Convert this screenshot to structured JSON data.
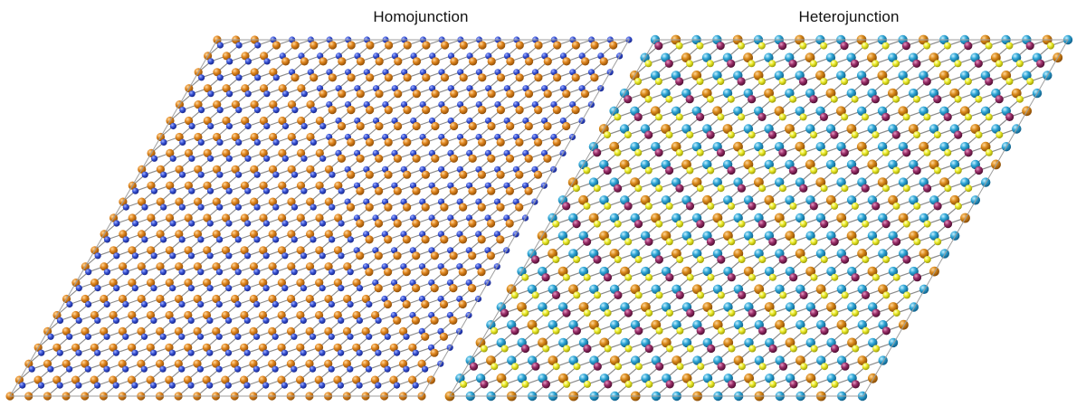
{
  "panels": [
    {
      "title": "Homojunction",
      "elements": [
        "blue atom",
        "orange atom"
      ],
      "colors": {
        "cell_border": "#9e9e9e",
        "bond": "#8a8a8a",
        "atom_a": "#3a55d6",
        "atom_b": "#e0861f"
      }
    },
    {
      "title": "Heterojunction",
      "elements": [
        "cyan atom",
        "orange atom",
        "magenta atom",
        "yellow atom"
      ],
      "colors": {
        "cell_border": "#9e9e9e",
        "bond": "#8a8a8a",
        "atom_cyan": "#2fa6d6",
        "atom_orange": "#d9891a",
        "atom_magenta": "#9b2f6a",
        "atom_yellow": "#ecec2a"
      }
    }
  ]
}
